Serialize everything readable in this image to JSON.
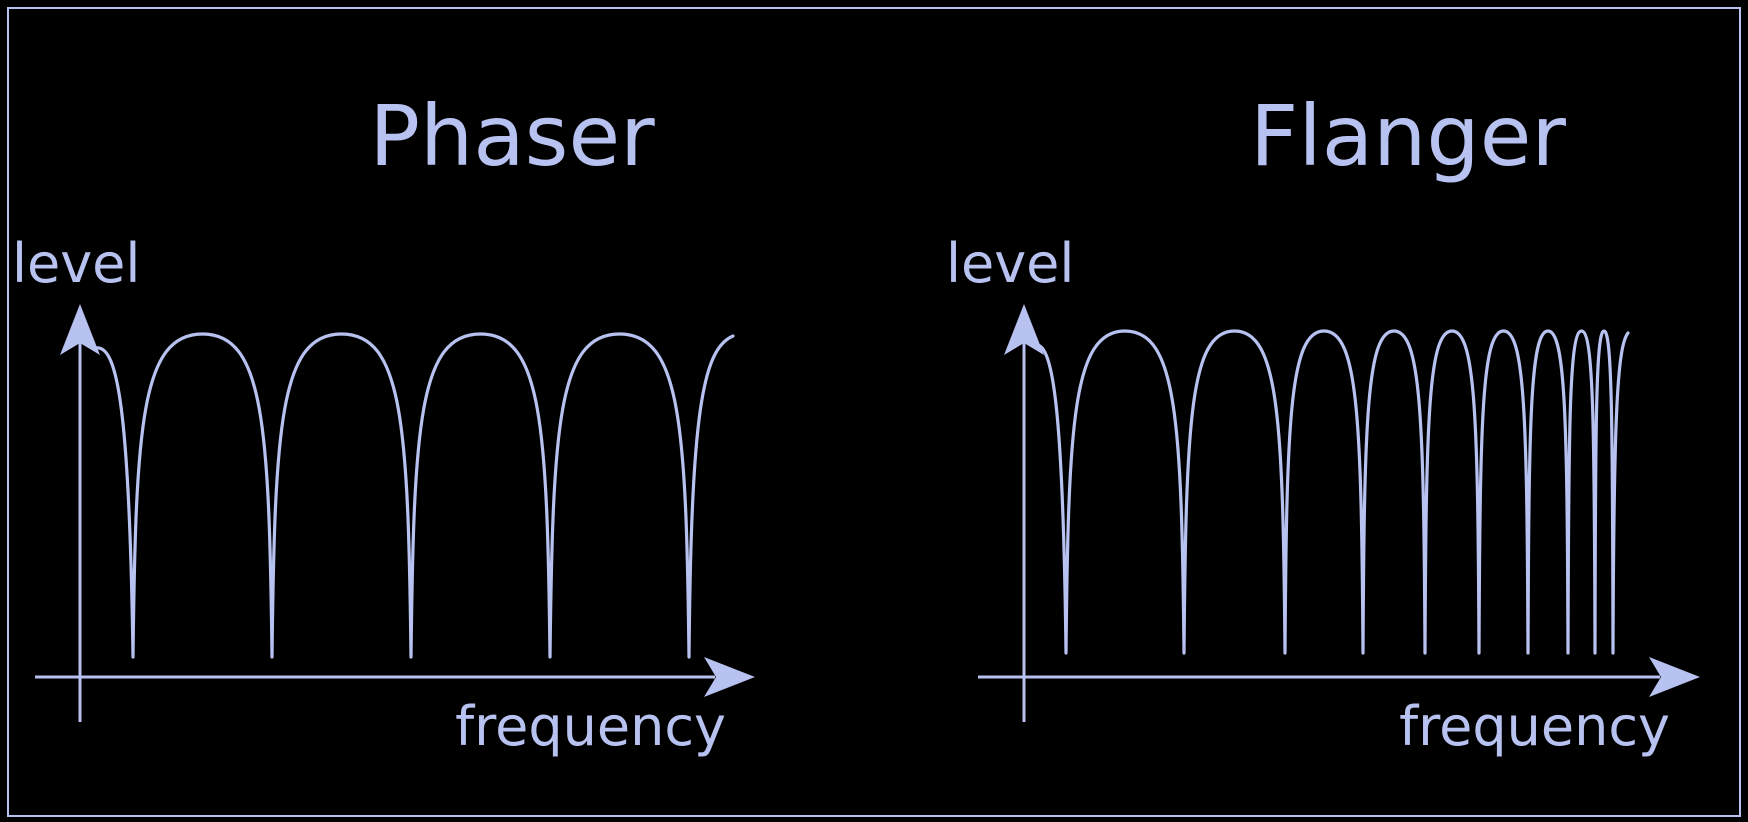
{
  "colors": {
    "background": "#000000",
    "foreground": "#b8c2f0"
  },
  "panels": [
    {
      "title": "Phaser",
      "y_label": "level",
      "x_label": "frequency",
      "notch_spacing": "equal"
    },
    {
      "title": "Flanger",
      "y_label": "level",
      "x_label": "frequency",
      "notch_spacing": "harmonic"
    }
  ]
}
